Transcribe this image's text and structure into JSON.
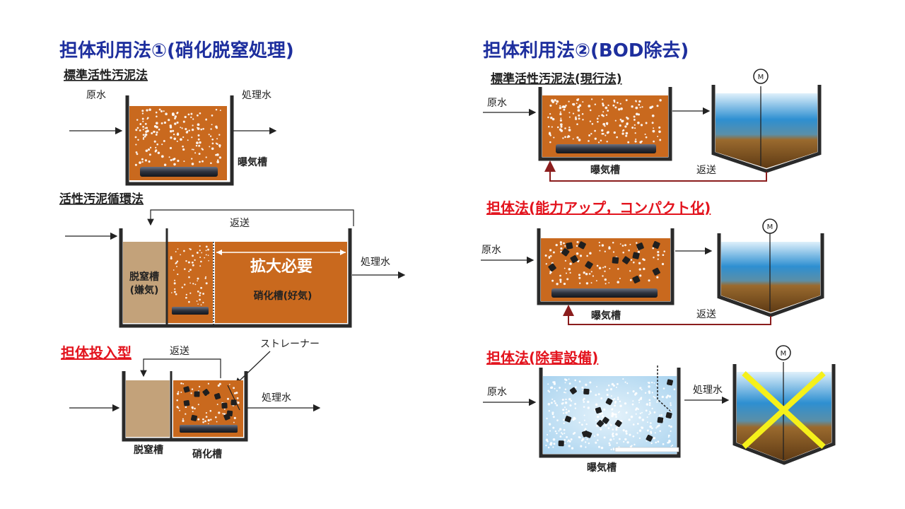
{
  "left": {
    "title": "担体利用法①(硝化脱窒処理)",
    "section1": {
      "heading": "標準活性汚泥法",
      "inflow": "原水",
      "outflow": "処理水",
      "tank": "曝気槽"
    },
    "section2": {
      "heading": "活性汚泥循環法",
      "return": "返送",
      "denitrification_line1": "脱窒槽",
      "denitrification_line2": "(嫌気)",
      "expansion": "拡大必要",
      "nitrification": "硝化槽(好気)",
      "outflow": "処理水"
    },
    "section3": {
      "heading": "担体投入型",
      "return": "返送",
      "strainer": "ストレーナー",
      "outflow": "処理水",
      "denitrification": "脱窒槽",
      "nitrification": "硝化槽"
    }
  },
  "right": {
    "title": "担体利用法②(BOD除去)",
    "section1": {
      "heading": "標準活性汚泥法(現行法)",
      "inflow": "原水",
      "tank": "曝気槽",
      "return": "返送",
      "motor": "M"
    },
    "section2": {
      "heading": "担体法(能力アップ，コンパクト化)",
      "inflow": "原水",
      "tank": "曝気槽",
      "return": "返送",
      "motor": "M"
    },
    "section3": {
      "heading": "担体法(除害設備)",
      "inflow": "原水",
      "outflow": "処理水",
      "tank": "曝気槽",
      "motor": "M"
    }
  },
  "colors": {
    "title": "#1e2f9e",
    "accent_red": "#e3141e",
    "sludge_orange": "#c9691e",
    "anaerobic_tan": "#c3a27a",
    "return_line": "#8b1d1d",
    "cross_yellow": "#f5f01a",
    "water_light_blue": "#cfe6f7"
  }
}
